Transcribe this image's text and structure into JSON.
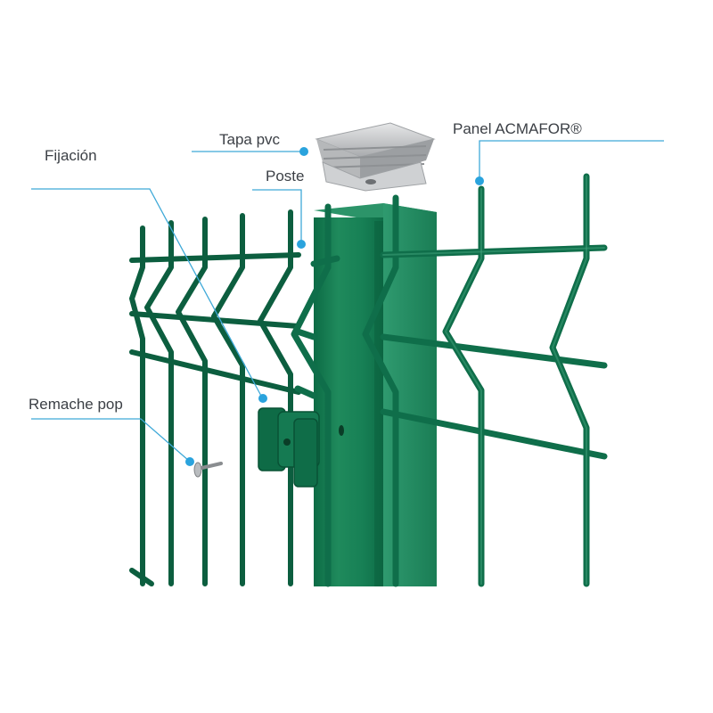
{
  "labels": {
    "tapa_pvc": "Tapa pvc",
    "panel": "Panel ACMAFOR®",
    "fijacion": "Fijación",
    "poste": "Poste",
    "remache": "Remache pop"
  },
  "colors": {
    "leader_line": "#3fa9d8",
    "leader_dot": "#2aa3dd",
    "fence_green": "#0f6e4a",
    "label_text": "#3c4046",
    "cap_grey": "#c9cbcd"
  }
}
